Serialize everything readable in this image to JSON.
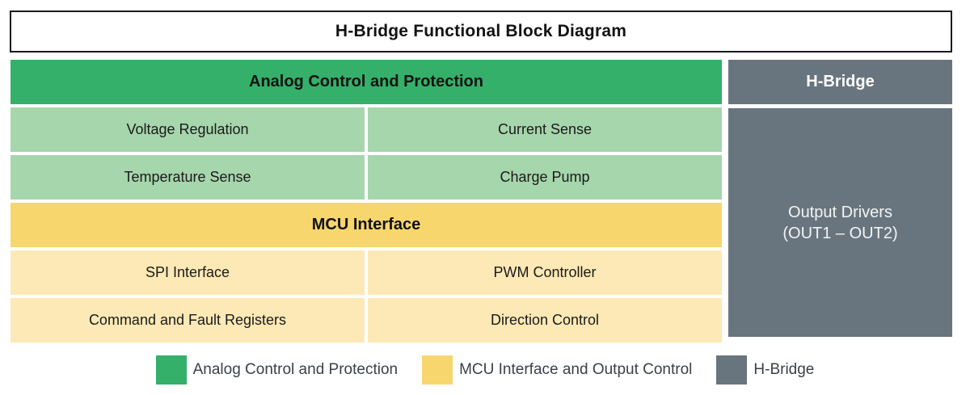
{
  "title": {
    "text": "H-Bridge Functional Block Diagram"
  },
  "analog_section": {
    "header": "Analog Control and Protection",
    "cells": [
      "Voltage Regulation",
      "Current Sense",
      "Temperature Sense",
      "Charge Pump"
    ]
  },
  "mcu_section": {
    "header": "MCU Interface",
    "cells": [
      "SPI Interface",
      "PWM Controller",
      "Command and Fault Registers",
      "Direction Control"
    ]
  },
  "hbridge_section": {
    "header": "H-Bridge",
    "body_line1": "Output Drivers",
    "body_line2": "(OUT1 – OUT2)"
  },
  "legend": {
    "items": [
      {
        "label": "Analog Control and Protection",
        "color": "#34b06a"
      },
      {
        "label": "MCU Interface and Output Control",
        "color": "#f8d66e"
      },
      {
        "label": "H-Bridge",
        "color": "#69757e"
      }
    ]
  },
  "colors": {
    "green_header": "#34b06a",
    "green_light": "#a6d6ac",
    "amber_header": "#f8d66e",
    "amber_light": "#fde9b5",
    "gray_panel": "#69757e",
    "title_border": "#1b1b1b",
    "legend_text": "#3a4149"
  }
}
